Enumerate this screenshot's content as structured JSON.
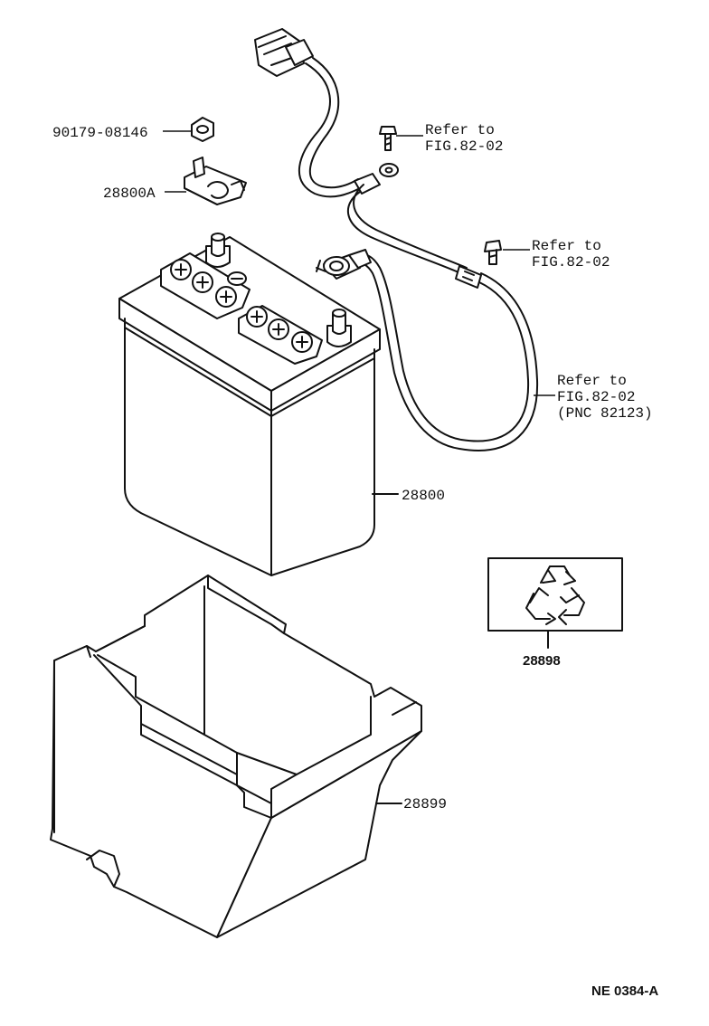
{
  "labels": {
    "bolt_part": "90179-08146",
    "clamp_part": "28800A",
    "battery_part": "28800",
    "tray_part": "28899",
    "label_part": "28898",
    "ref1_line1": "Refer to",
    "ref1_line2": "FIG.82-02",
    "ref2_line1": "Refer to",
    "ref2_line2": "FIG.82-02",
    "ref3_line1": "Refer to",
    "ref3_line2": "FIG.82-02",
    "ref3_line3": "(PNC 82123)",
    "drawing_code": "NE 0384-A"
  }
}
